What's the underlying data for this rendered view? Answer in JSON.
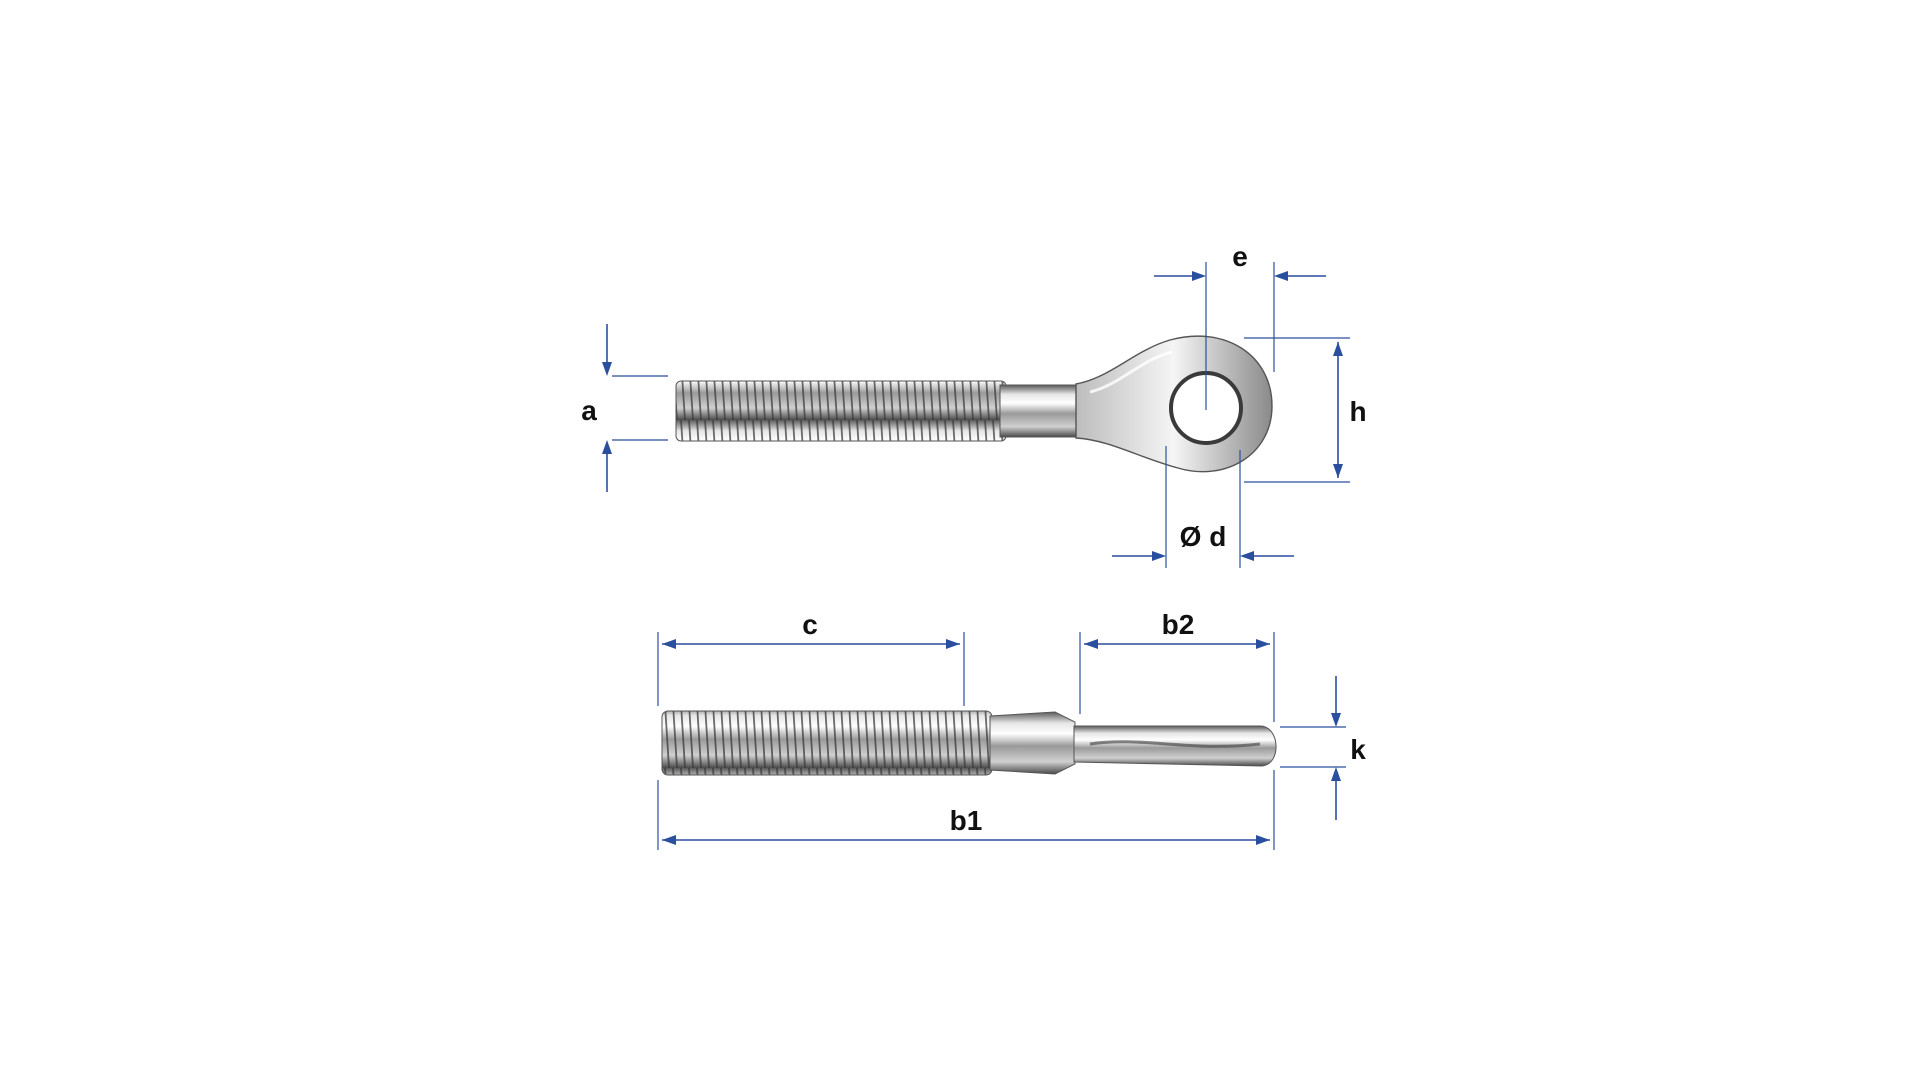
{
  "diagram": {
    "colors": {
      "dimension": "#2a4f9e",
      "label": "#111111",
      "metal_light": "#f2f2f2",
      "metal_dark": "#4a4a4a",
      "background": "#ffffff"
    },
    "labels": {
      "a": "a",
      "e": "e",
      "h": "h",
      "d": "Ø d",
      "c": "c",
      "b2": "b2",
      "b1": "b1",
      "k": "k"
    }
  }
}
